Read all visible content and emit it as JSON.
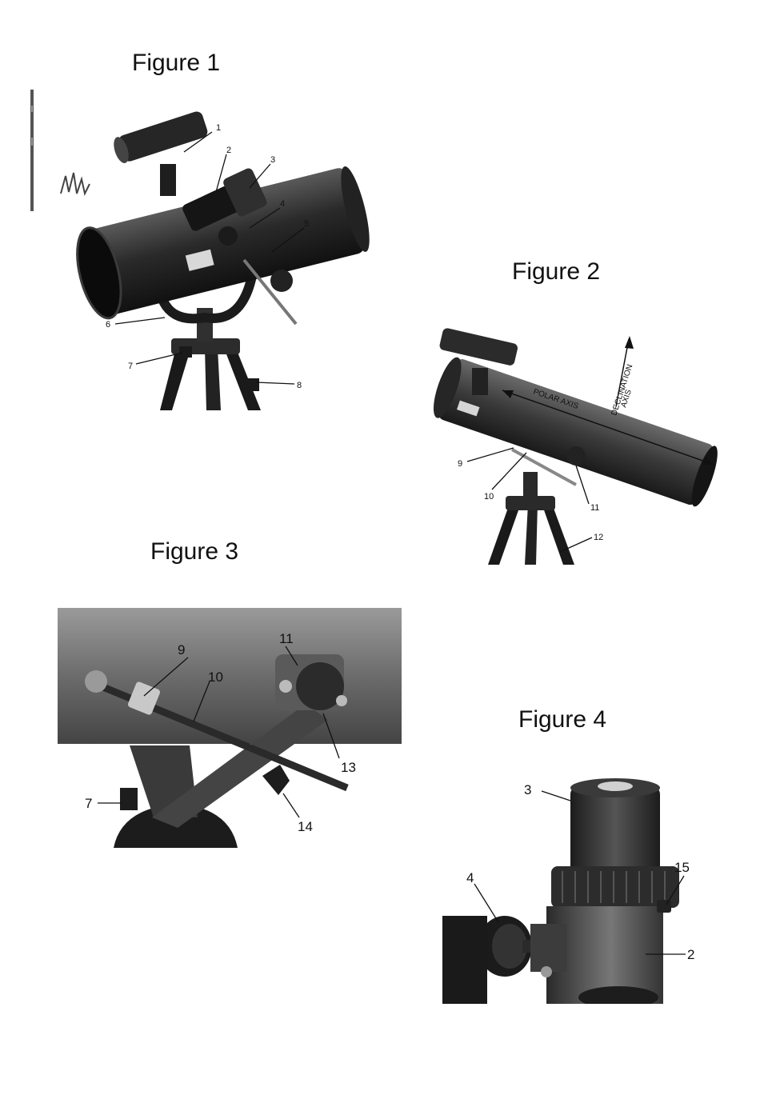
{
  "figures": [
    {
      "title": "Figure 1",
      "callouts": [
        "1",
        "2",
        "3",
        "4",
        "5",
        "6",
        "7",
        "8"
      ]
    },
    {
      "title": "Figure 2",
      "callouts": [
        "9",
        "10",
        "11",
        "12"
      ],
      "axis_labels": {
        "polar": "POLAR AXIS",
        "declination_line1": "DECLINATION",
        "declination_line2": "AXIS"
      }
    },
    {
      "title": "Figure 3",
      "callouts": [
        "9",
        "10",
        "11",
        "13",
        "7",
        "14"
      ]
    },
    {
      "title": "Figure 4",
      "callouts": [
        "3",
        "15",
        "4",
        "2"
      ]
    }
  ]
}
